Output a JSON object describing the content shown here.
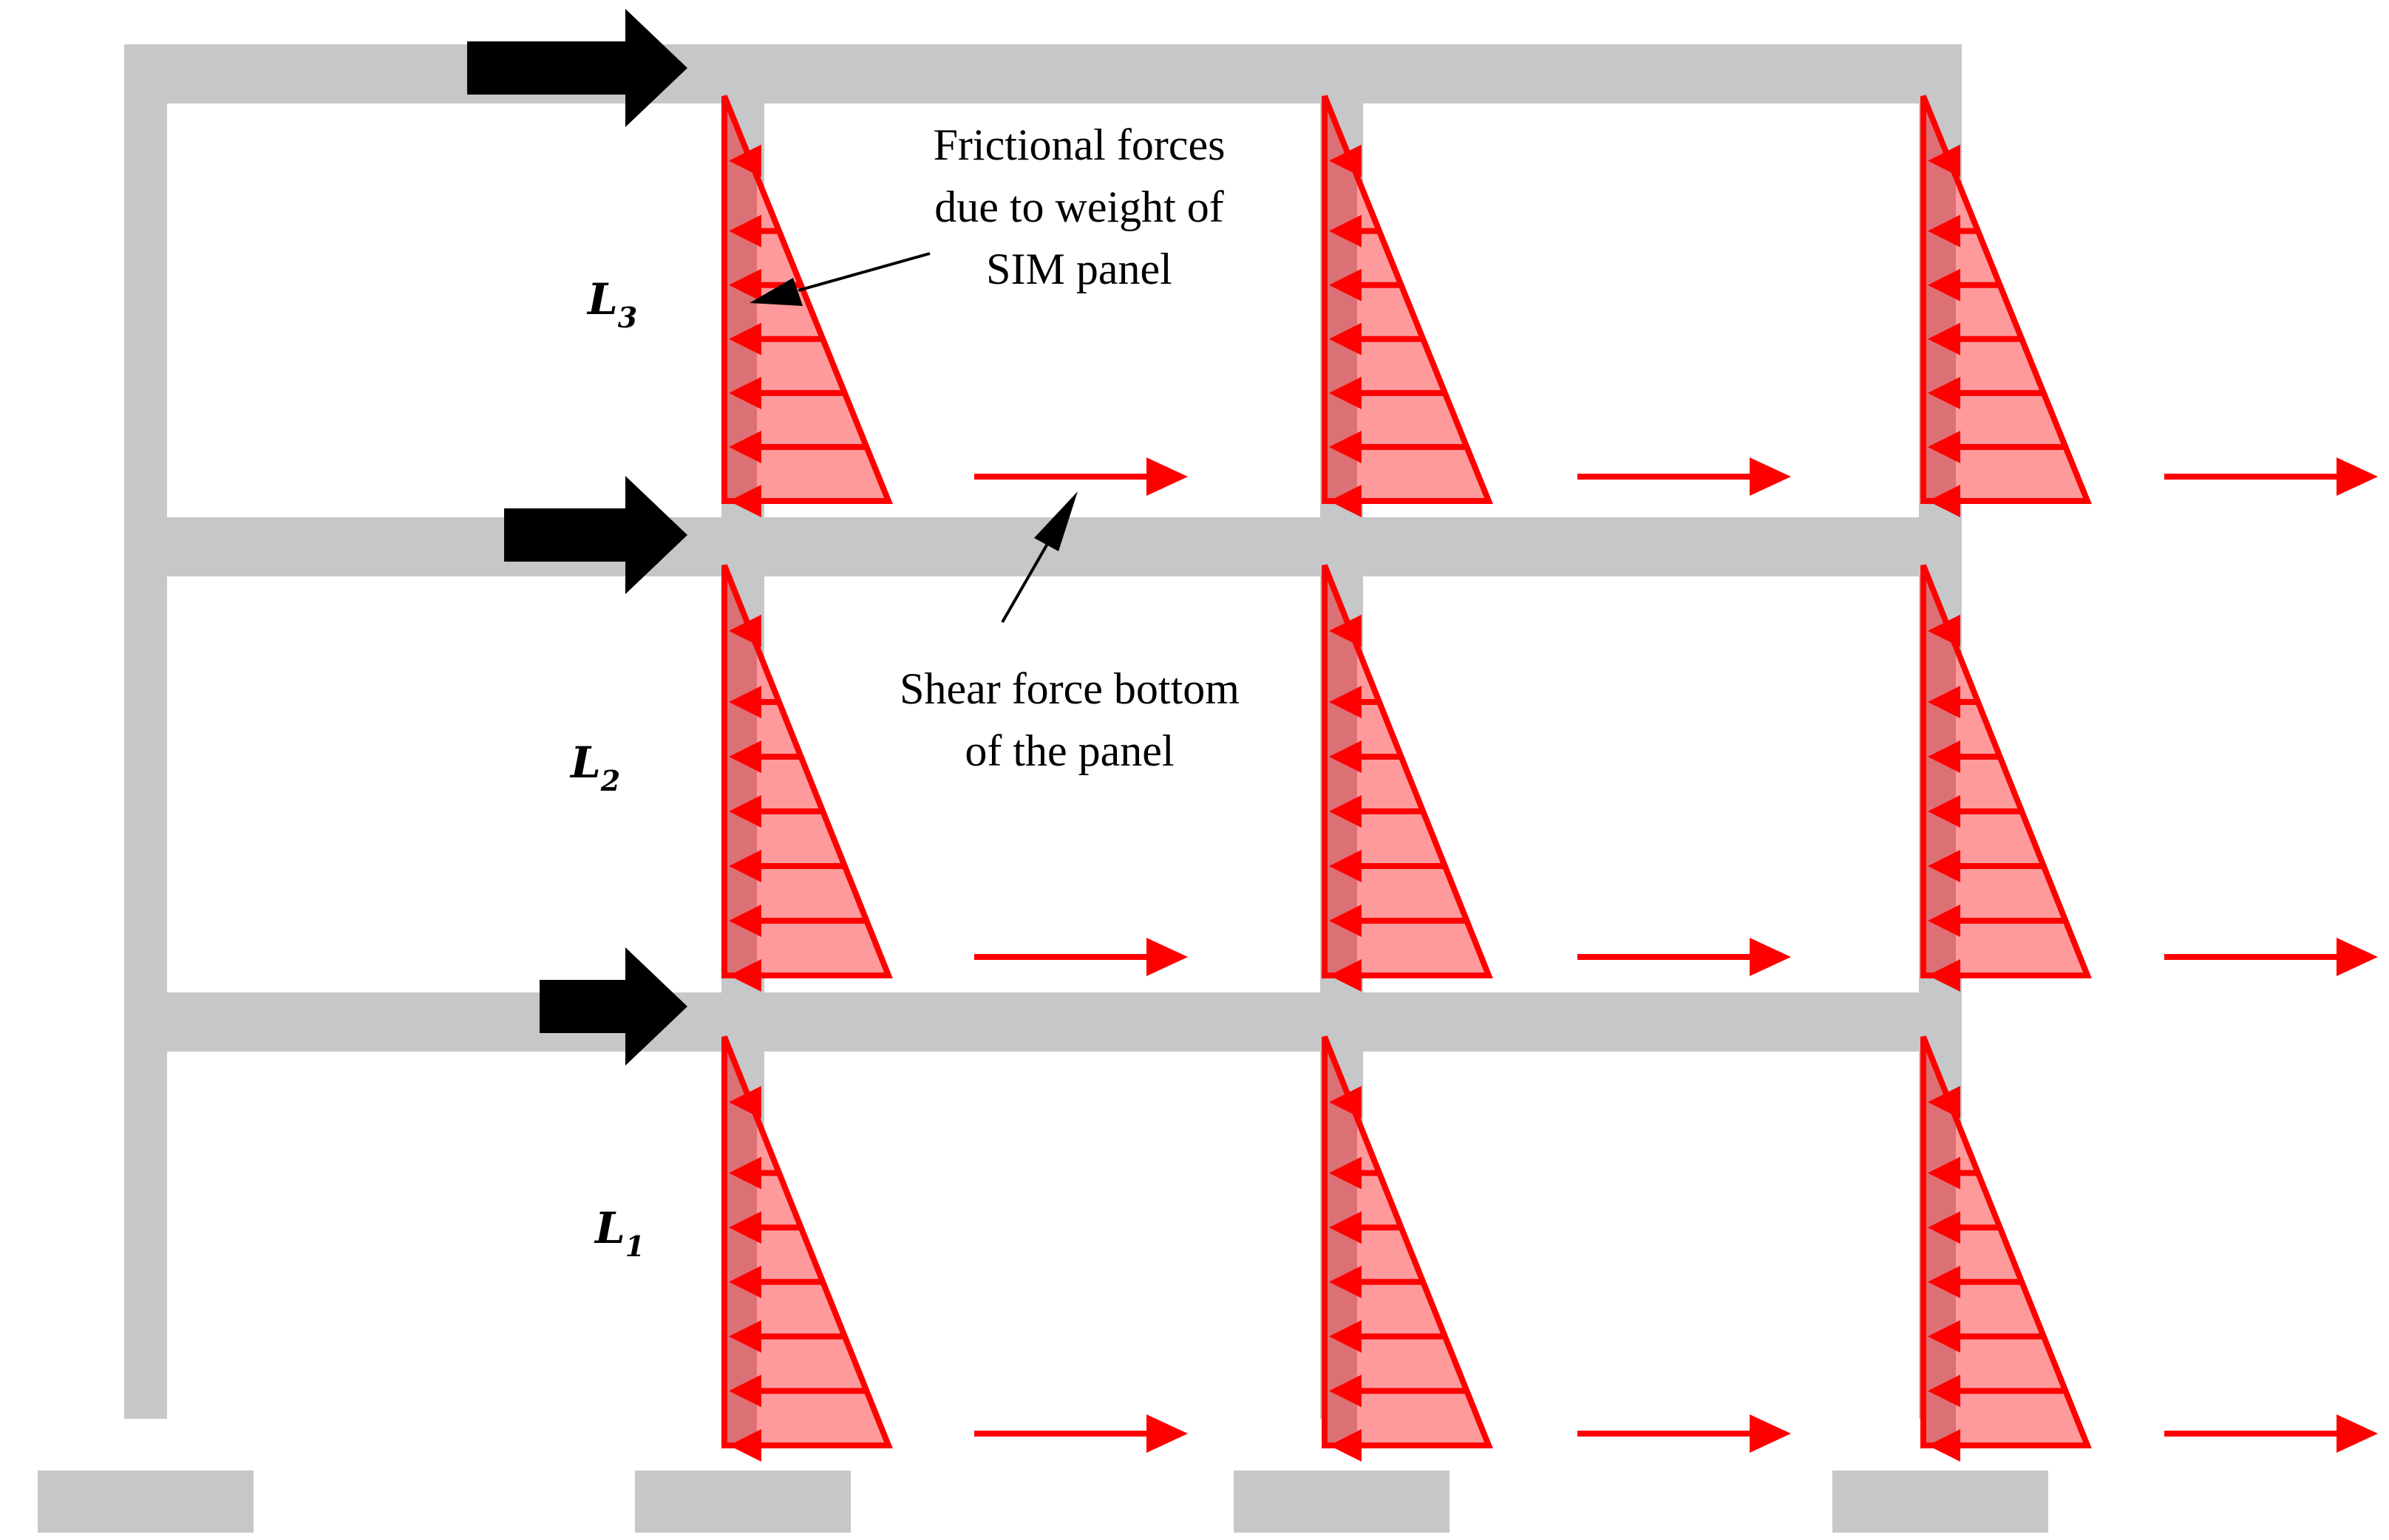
{
  "levels": [
    {
      "label": "L",
      "sub": "3"
    },
    {
      "label": "L",
      "sub": "2"
    },
    {
      "label": "L",
      "sub": "1"
    }
  ],
  "annotations": {
    "friction": {
      "line1": "Frictional forces",
      "line2": "due to weight of",
      "line3": "SIM panel"
    },
    "shear": {
      "line1": "Shear force bottom",
      "line2": "of the panel"
    }
  },
  "colors": {
    "frame": "#c6c7c9",
    "force_red": "#fe0000",
    "triangle_fill": "#fe9a9b",
    "triangle_shade": "#dc7175",
    "load_arrow": "#000000"
  }
}
